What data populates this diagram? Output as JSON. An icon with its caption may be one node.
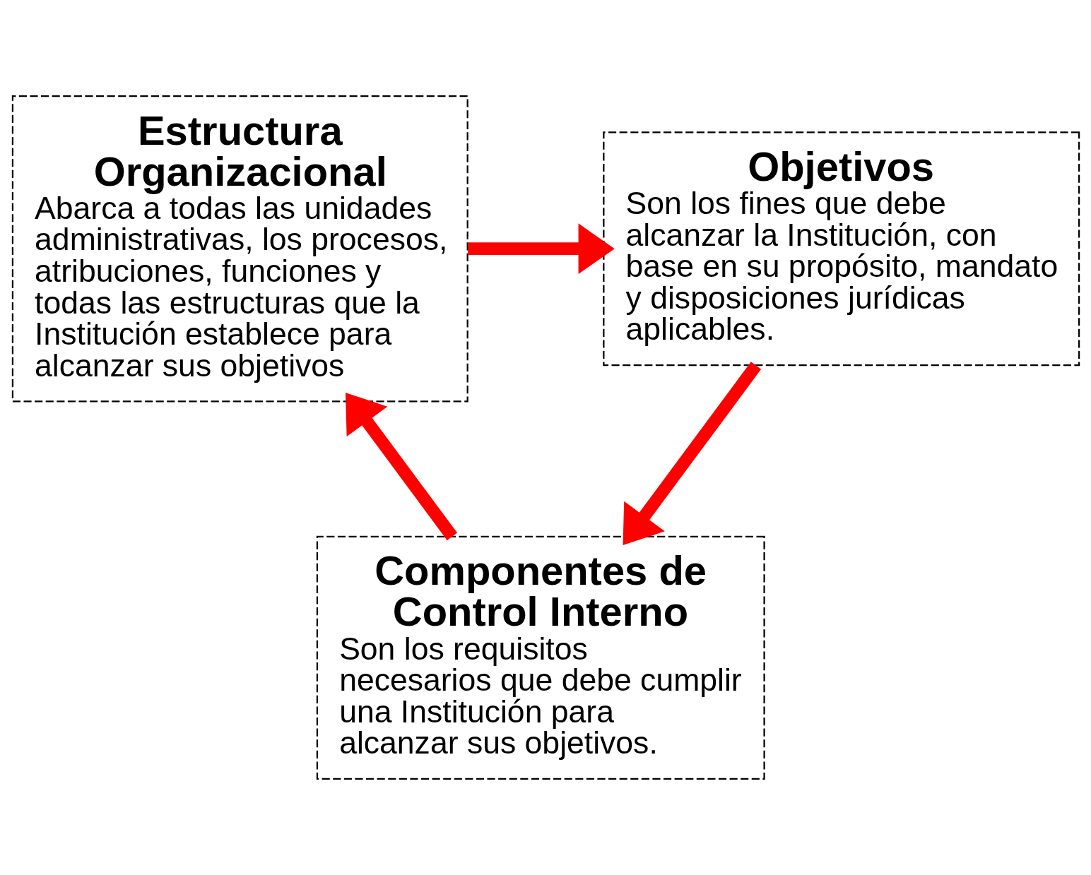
{
  "diagram": {
    "nodes": [
      {
        "text": [
          "Estructura Organizacional",
          "Abarca a todas las unidades administrativas, los procesos, atribuciones, funciones y todas las estructuras que la Institución establece para alcanzar sus objetivos"
        ]
      },
      {
        "text": [
          "Objetivos",
          "Son los fines que debe alcanzar la Institución, con base en su propósito, mandato y disposiciones jurídicas aplicables."
        ]
      },
      {
        "text": [
          "Componentes de Control Interno",
          "Son los requisitos necesarios que debe cumplir una Institución para alcanzar sus objetivos."
        ]
      }
    ],
    "edges": [
      {
        "from": 0,
        "to": 1,
        "arrow": "to"
      },
      {
        "from": 1,
        "to": 2,
        "arrow": "to"
      },
      {
        "from": 2,
        "to": 0,
        "arrow": "to"
      }
    ]
  }
}
